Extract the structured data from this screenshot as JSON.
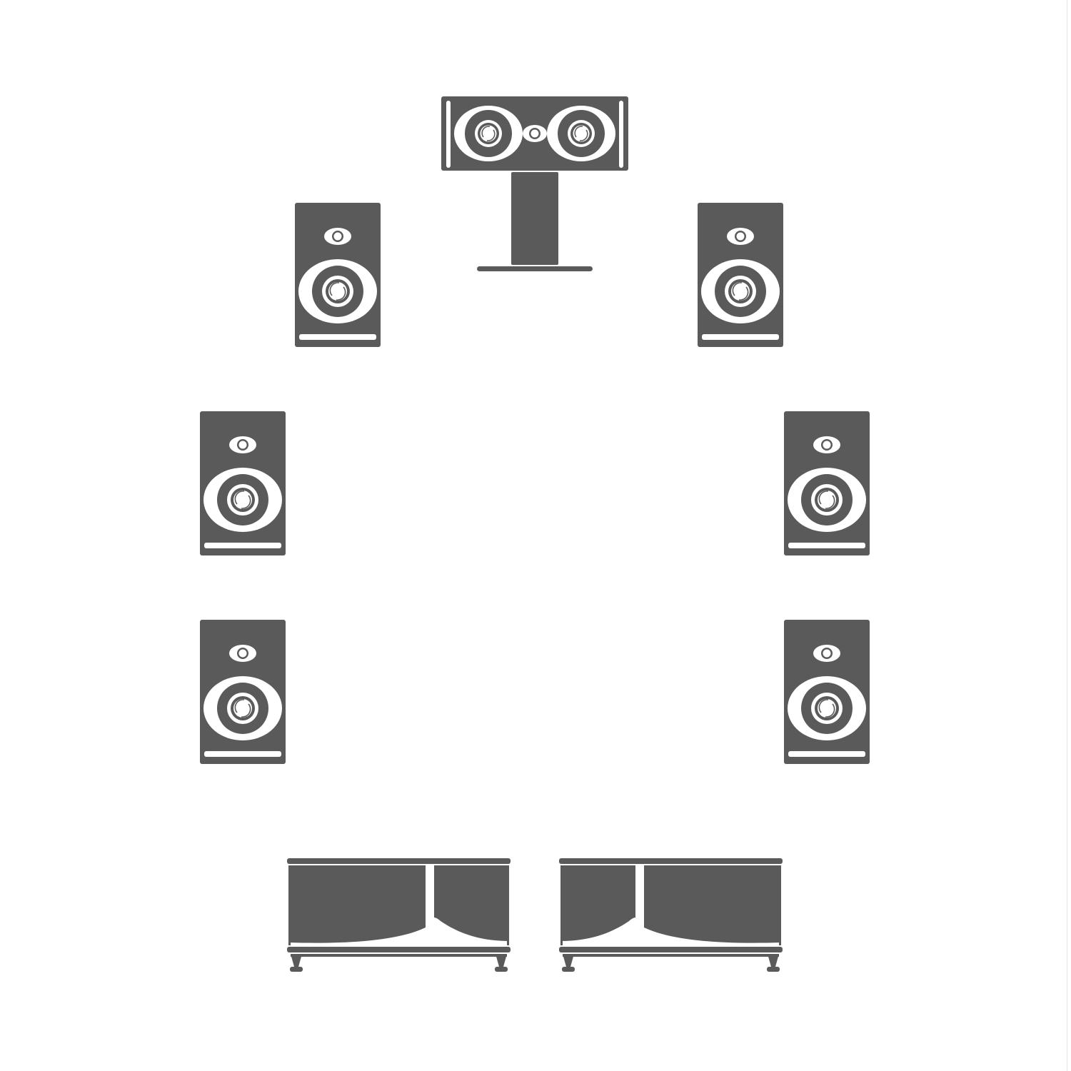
{
  "diagram": {
    "colors": {
      "speaker_body": "#5a5a5a",
      "detail": "#ffffff",
      "background": "#ffffff",
      "edge_line": "#e3e3e3"
    },
    "speakers": [
      {
        "id": "center",
        "kind": "center-channel-on-stand",
        "icon": "center-speaker-icon"
      },
      {
        "id": "front-left",
        "kind": "bookshelf",
        "icon": "bookshelf-speaker-icon"
      },
      {
        "id": "front-right",
        "kind": "bookshelf",
        "icon": "bookshelf-speaker-icon"
      },
      {
        "id": "side-left",
        "kind": "bookshelf",
        "icon": "bookshelf-speaker-icon"
      },
      {
        "id": "side-right",
        "kind": "bookshelf",
        "icon": "bookshelf-speaker-icon"
      },
      {
        "id": "rear-left",
        "kind": "bookshelf",
        "icon": "bookshelf-speaker-icon"
      },
      {
        "id": "rear-right",
        "kind": "bookshelf",
        "icon": "bookshelf-speaker-icon"
      },
      {
        "id": "subwoofer-left",
        "kind": "subwoofer-cabinet",
        "icon": "subwoofer-icon"
      },
      {
        "id": "subwoofer-right",
        "kind": "subwoofer-cabinet",
        "icon": "subwoofer-icon"
      }
    ]
  }
}
